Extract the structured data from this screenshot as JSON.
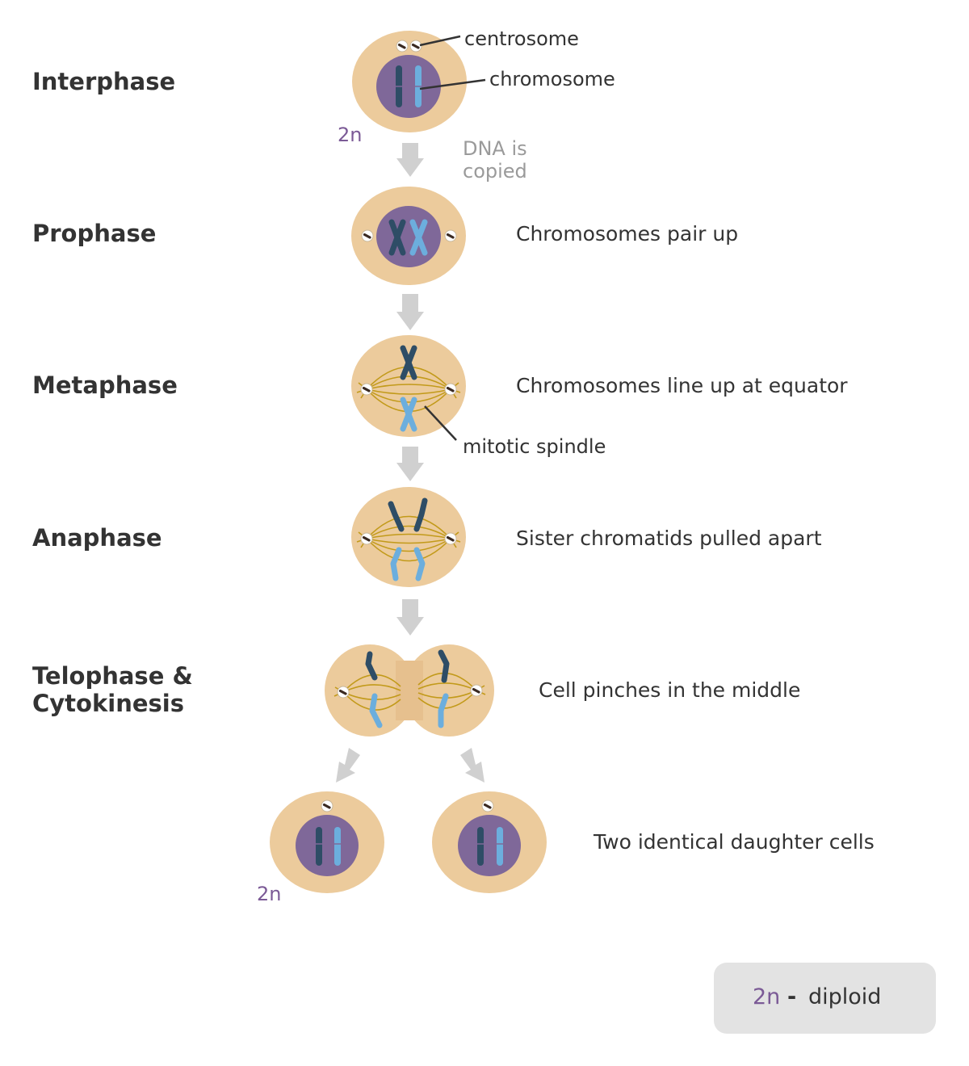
{
  "stages": {
    "interphase": "Interphase",
    "prophase": "Prophase",
    "metaphase": "Metaphase",
    "anaphase": "Anaphase",
    "telophase_line1": "Telophase &",
    "telophase_line2": "Cytokinesis"
  },
  "descriptions": {
    "prophase": "Chromosomes pair up",
    "metaphase": "Chromosomes line up at equator",
    "anaphase": "Sister chromatids pulled apart",
    "telophase": "Cell pinches in the middle",
    "daughter": "Two identical daughter cells"
  },
  "labels": {
    "centrosome": "centrosome",
    "chromosome": "chromosome",
    "spindle": "mitotic spindle",
    "dna_line1": "DNA is",
    "dna_line2": "copied",
    "ploidy_top": "2n",
    "ploidy_bottom": "2n"
  },
  "legend": {
    "symbol": "2n",
    "dash": "-",
    "meaning": "diploid"
  },
  "colors": {
    "cell": "#eccb9c",
    "nucleus": "#7f6899",
    "chromosome_dark": "#2e4d66",
    "chromosome_light": "#6caedd",
    "spindle": "#c29a1a",
    "arrow": "#d0d0d0",
    "ploidy": "#7b5a96"
  }
}
